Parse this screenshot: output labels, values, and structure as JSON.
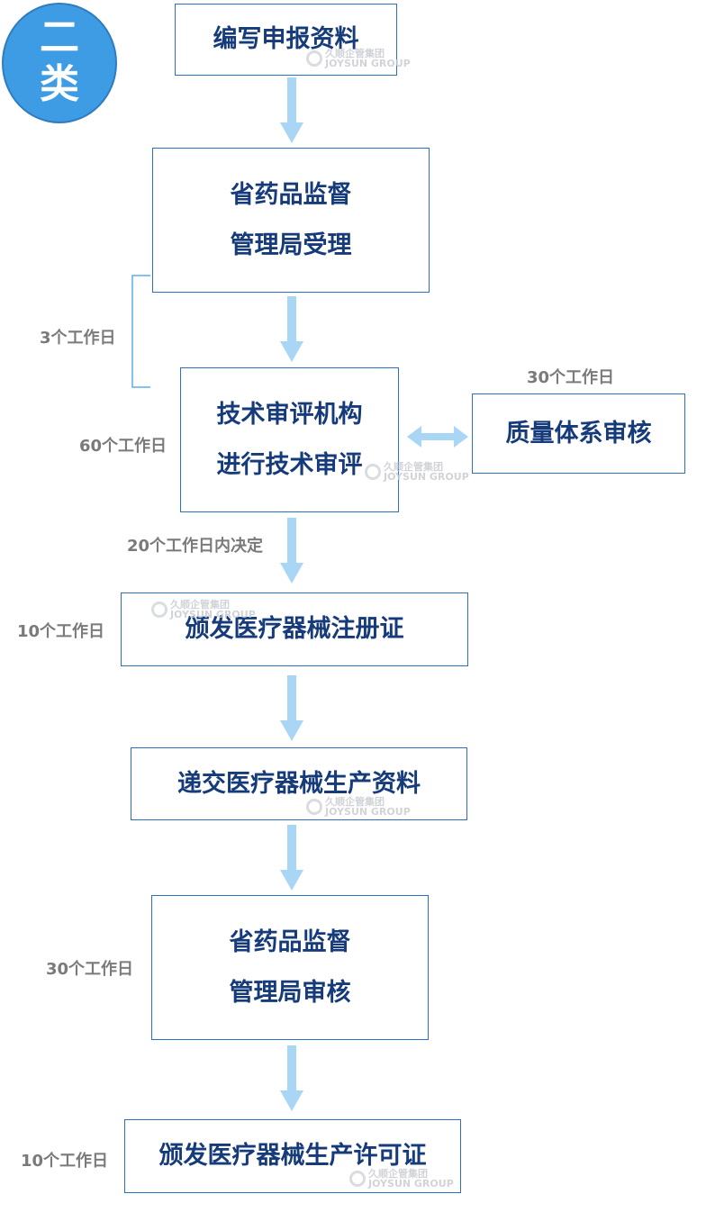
{
  "badge": {
    "text": "二类"
  },
  "steps": [
    {
      "label": "编写申报资料"
    },
    {
      "label": "省药品监督\n管理局受理"
    },
    {
      "label": "技术审评机构\n进行技术审评"
    },
    {
      "label": "颁发医疗器械注册证"
    },
    {
      "label": "递交医疗器械生产资料"
    },
    {
      "label": "省药品监督\n管理局审核"
    },
    {
      "label": "颁发医疗器械生产许可证"
    }
  ],
  "side_box": {
    "label": "质量体系审核"
  },
  "notes": {
    "acceptance": "3个工作日",
    "technical_review": "60个工作日",
    "quality_system": "30个工作日",
    "decision": "20个工作日内决定",
    "registration_issue": "10个工作日",
    "bureau_review": "30个工作日",
    "license_issue": "10个工作日"
  },
  "watermark": {
    "line1": "久顺企管集团",
    "line2": "JOYSUN GROUP"
  },
  "colors": {
    "badge_fill": "#3d9ce4",
    "box_border": "#2b6fc3",
    "box_text": "#163b7a",
    "arrow": "#a9d6f5",
    "note_text": "#7a7a7a"
  }
}
